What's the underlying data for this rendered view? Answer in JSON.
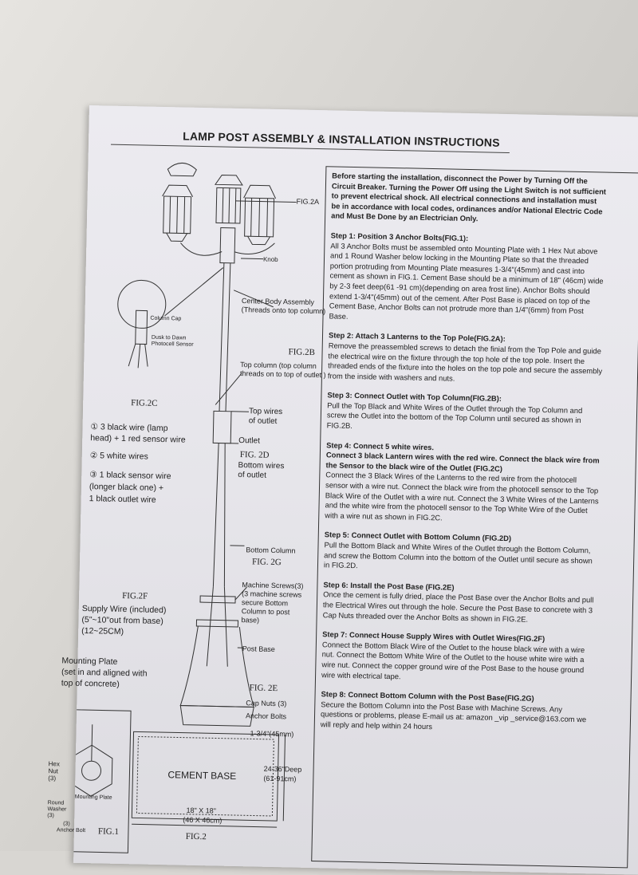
{
  "page": {
    "title": "LAMP POST ASSEMBLY & INSTALLATION INSTRUCTIONS"
  },
  "intro": {
    "text": "Before starting the installation, disconnect the Power by Turning Off the Circuit Breaker. Turning the Power Off using the Light Switch is not sufficient to prevent electrical shock. All electrical connections and installation must be in accordance with local codes, ordinances and/or National Electric Code and Must Be Done by an Electrician Only."
  },
  "steps": [
    {
      "heading": "Step 1: Position 3 Anchor Bolts(FIG.1):",
      "emph": "",
      "body": "All 3 Anchor Bolts must be assembled onto Mounting Plate with 1 Hex Nut above and 1 Round Washer below locking in the Mounting Plate so that the threaded portion protruding from Mounting Plate measures 1-3/4\"(45mm) and cast into cement as shown in FIG.1. Cement Base should be a minimum of 18\" (46cm) wide by 2-3 feet deep(61 -91 cm)(depending on area frost line). Anchor Bolts should extend 1-3/4\"(45mm) out of the cement. After Post Base is placed on top of the Cement Base, Anchor Bolts can not protrude more than 1/4\"(6mm) from Post Base."
    },
    {
      "heading": "Step 2: Attach 3 Lanterns to the Top Pole(FIG.2A):",
      "emph": "",
      "body": "Remove the preassembled screws to detach the finial from the Top Pole and guide the electrical wire on the fixture through the top hole of the top pole. Insert the threaded ends of the fixture into the holes on the top pole and secure the assembly from the inside with washers and nuts."
    },
    {
      "heading": "Step 3: Connect Outlet with Top Column(FIG.2B):",
      "emph": "",
      "body": "Pull the Top Black and White Wires of the Outlet through the Top Column and screw the Outlet into the bottom of the Top Column until secured as shown in FIG.2B."
    },
    {
      "heading": "Step 4: Connect 5 white wires.",
      "emph": "Connect 3 black Lantern wires with the red wire. Connect the black wire from the Sensor to the black wire of the Outlet (FIG.2C)",
      "body": "Connect the 3 Black Wires of the Lanterns to the red wire from the photocell sensor with a wire nut. Connect the black wire from the photocell sensor to the Top Black Wire of the Outlet with a wire nut. Connect the 3 White Wires of the Lanterns and the white wire from the photocell sensor to the Top White Wire of the Outlet with a wire nut as shown in FIG.2C."
    },
    {
      "heading": "Step 5: Connect Outlet with Bottom Column (FIG.2D)",
      "emph": "",
      "body": "Pull the Bottom Black and White Wires of the Outlet through the Bottom Column, and screw the Bottom Column into the bottom of the Outlet until secure as shown in FIG.2D."
    },
    {
      "heading": "Step 6: Install the Post Base (FIG.2E)",
      "emph": "",
      "body": "Once the cement is fully dried, place the Post Base over the Anchor Bolts and pull the Electrical Wires out through the hole. Secure the Post Base to concrete with 3 Cap Nuts threaded over the Anchor Bolts as shown in FIG.2E."
    },
    {
      "heading": "Step 7: Connect House Supply Wires with Outlet Wires(FIG.2F)",
      "emph": "",
      "body": "Connect the Bottom Black Wire of the Outlet to the house black wire with a wire nut. Connect the Bottom White Wire of the Outlet to the house white wire with a wire nut. Connect the copper ground wire of the Post Base to the house ground wire with electrical tape."
    },
    {
      "heading": "Step 8: Connect Bottom Column with the Post Base(FIG.2G)",
      "emph": "",
      "body": "Secure the Bottom Column into the Post Base with Machine Screws. Any questions or problems, please E-mail us at: amazon _vip _service@163.com we will reply and help within 24 hours"
    }
  ],
  "diagram": {
    "fig2a": "FIG.2A",
    "knob": "Knob",
    "center_body": "Center Body Assembly",
    "center_body_note": "(Threads onto top column)",
    "column_cap": "Column Cap",
    "sensor_line1": "Dusk to Dawn",
    "sensor_line2": "Photocell Sensor",
    "fig2b": "FIG.2B",
    "top_column_line1": "Top column (top column",
    "top_column_line2": "threads on to top of outlet )",
    "fig2c": "FIG.2C",
    "top_wires_line1": "Top wires",
    "top_wires_line2": "of outlet",
    "note1_line1": "① 3 black wire (lamp",
    "note1_line2": "head) + 1 red sensor wire",
    "outlet": "Outlet",
    "note2": "② 5 white wires",
    "fig2d": "FIG. 2D",
    "bottom_wires_line1": "Bottom wires",
    "bottom_wires_line2": "of outlet",
    "note3_line1": "③ 1 black sensor wire",
    "note3_line2": "(longer black one) +",
    "note3_line3": "1 black outlet wire",
    "bottom_column": "Bottom Column",
    "fig2g": "FIG. 2G",
    "machine_screws_line1": "Machine Screws(3)",
    "machine_screws_line2": "(3 machine screws",
    "machine_screws_line3": "secure Bottom",
    "machine_screws_line4": "Column to post",
    "machine_screws_line5": "base)",
    "fig2f": "FIG.2F",
    "supply_line1": "Supply Wire (included)",
    "supply_line2": "(5\"~10\"out from base)",
    "supply_line3": "(12~25CM)",
    "post_base": "Post Base",
    "mounting_line1": "Mounting Plate",
    "mounting_line2": "(set in and aligned with",
    "mounting_line3": "top of concrete)",
    "fig2e": "FIG. 2E",
    "cap_nuts": "Cap Nuts (3)",
    "anchor_bolts": "Anchor Bolts",
    "dimension": "1-3/4\"(45mm)",
    "cement_base": "CEMENT BASE",
    "depth_line1": "24-36\"Deep",
    "depth_line2": "(61-91cm)",
    "width_line1": "18\" X 18\"",
    "width_line2": "(46 X 46cm)",
    "fig2": "FIG.2",
    "hex_nut_line1": "Hex",
    "hex_nut_line2": "Nut",
    "hex_nut_line3": "(3)",
    "mounting_plate_small": "Mounting Plate",
    "round_washer_line1": "Round",
    "round_washer_line2": "Washer",
    "round_washer_line3": "(3)",
    "anchor_bolt_small_line1": "(3)",
    "anchor_bolt_small_line2": "Anchor Bolt",
    "fig1": "FIG.1"
  }
}
